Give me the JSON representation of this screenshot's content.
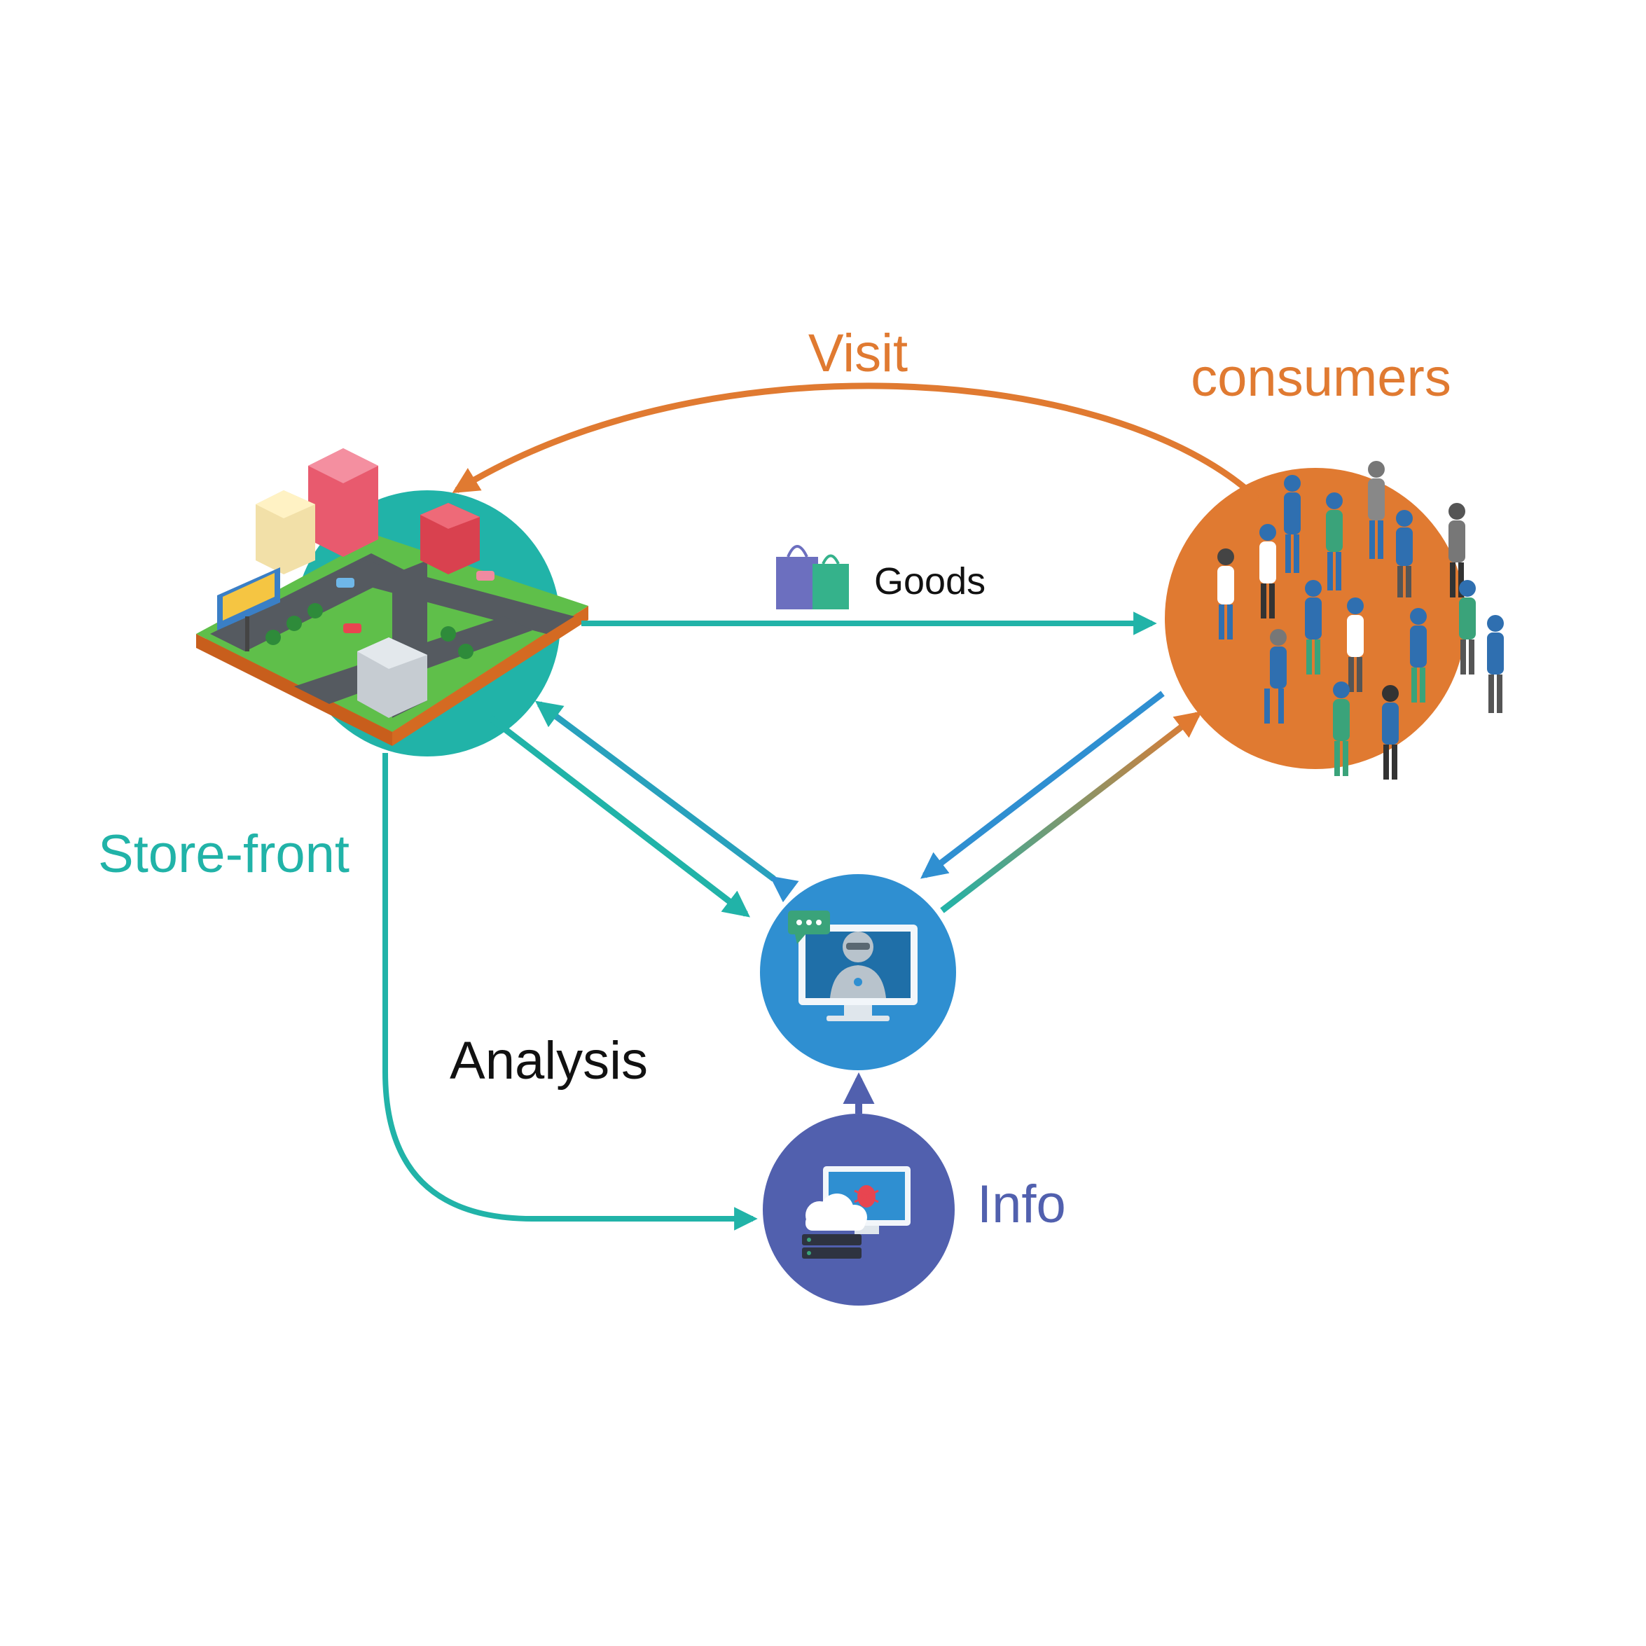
{
  "labels": {
    "visit": "Visit",
    "consumers": "consumers",
    "goods": "Goods",
    "store_front": "Store-front",
    "analysis": "Analysis",
    "info": "Info"
  },
  "colors": {
    "teal": "#21b3a8",
    "orange": "#e07a31",
    "blue": "#2f8fd1",
    "indigo": "#5160ae",
    "text_dark": "#111111"
  },
  "icons": {
    "store_front": "isometric-city-block-icon",
    "consumers": "crowd-of-people-icon",
    "goods": "shopping-bags-icon",
    "ai_analysis": "robot-on-monitor-icon",
    "info": "cloud-server-monitor-bug-icon"
  }
}
